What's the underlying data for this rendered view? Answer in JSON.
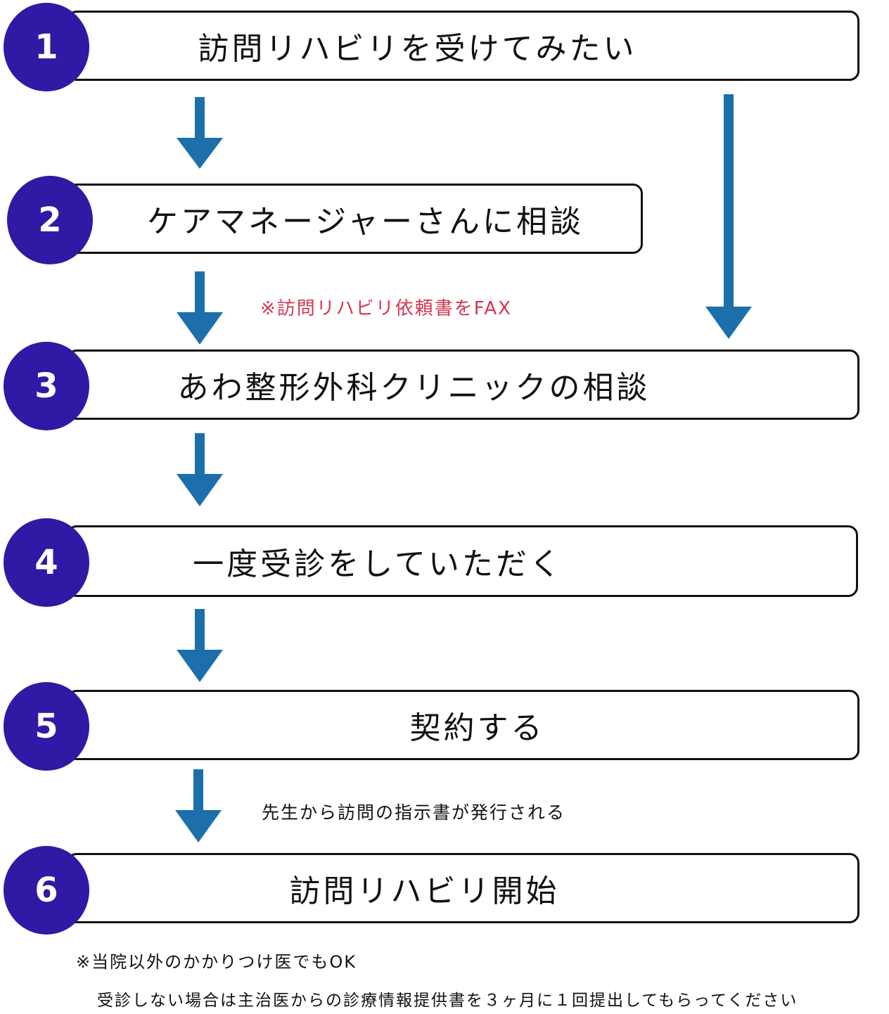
{
  "steps": [
    {
      "number": "1",
      "label": "訪問リハビリを受けてみたい"
    },
    {
      "number": "2",
      "label": "ケアマネージャーさんに相談"
    },
    {
      "number": "3",
      "label": "あわ整形外科クリニックの相談"
    },
    {
      "number": "4",
      "label": "一度受診をしていただく"
    },
    {
      "number": "5",
      "label": "契約する"
    },
    {
      "number": "6",
      "label": "訪問リハビリ開始"
    }
  ],
  "notes": {
    "fax": "※訪問リハビリ依頼書をFAX",
    "instruction": "先生から訪問の指示書が発行される",
    "footnote_1": "※当院以外のかかりつけ医でもOK",
    "footnote_2": "受診しない場合は主治医からの診療情報提供書を３ヶ月に１回提出してもらってください"
  },
  "colors": {
    "step_circle": "#2e1aa4",
    "arrow": "#1c6fab",
    "fax_note": "#d4354f"
  }
}
